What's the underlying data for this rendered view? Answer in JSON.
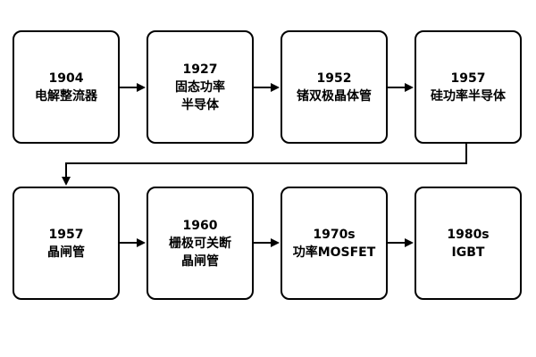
{
  "diagram": {
    "nodes": [
      {
        "year": "1904",
        "label": "电解整流器"
      },
      {
        "year": "1927",
        "label": "固态功率\n半导体"
      },
      {
        "year": "1952",
        "label": "锗双极晶体管"
      },
      {
        "year": "1957",
        "label": "硅功率半导体"
      },
      {
        "year": "1957",
        "label": "晶闸管"
      },
      {
        "year": "1960",
        "label": "栅极可关断\n晶闸管"
      },
      {
        "year": "1970s",
        "label": "功率MOSFET"
      },
      {
        "year": "1980s",
        "label": "IGBT"
      }
    ],
    "colors": {
      "border": "#000000",
      "arrow": "#000000",
      "text": "#000000",
      "background": "#ffffff"
    }
  }
}
